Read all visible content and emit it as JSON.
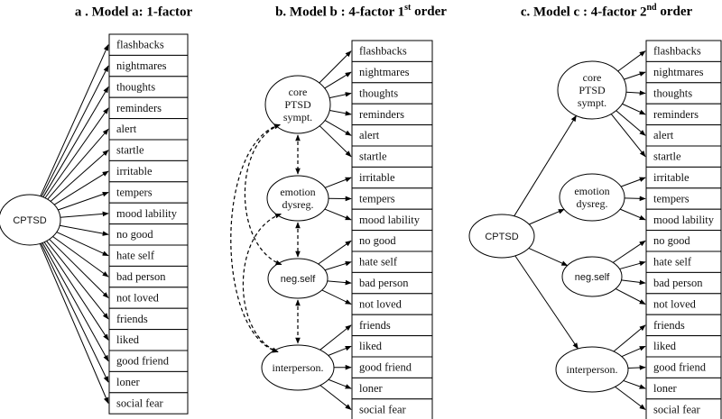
{
  "items": [
    "flashbacks",
    "nightmares",
    "thoughts",
    "reminders",
    "alert",
    "startle",
    "irritable",
    "tempers",
    "mood lability",
    "no good",
    "hate self",
    "bad person",
    "not loved",
    "friends",
    "liked",
    "good friend",
    "loner",
    "social fear"
  ],
  "panels": [
    {
      "title": "a . Model a: 1-factor",
      "title_sup": "",
      "title_tail": "",
      "general_factor": "CPTSD",
      "factors": []
    },
    {
      "title": "b. Model b : 4-factor 1",
      "title_sup": "st",
      "title_tail": " order",
      "general_factor": "",
      "factors": [
        {
          "lines": [
            "core",
            "PTSD",
            "sympt."
          ],
          "sans": false
        },
        {
          "lines": [
            "emotion",
            "dysreg."
          ],
          "sans": false
        },
        {
          "lines": [
            "neg.self"
          ],
          "sans": true
        },
        {
          "lines": [
            "interperson."
          ],
          "sans": false
        }
      ]
    },
    {
      "title": "c. Model c : 4-factor 2",
      "title_sup": "nd",
      "title_tail": " order",
      "general_factor": "CPTSD",
      "factors": [
        {
          "lines": [
            "core",
            "PTSD",
            "sympt."
          ],
          "sans": false
        },
        {
          "lines": [
            "emotion",
            "dysreg."
          ],
          "sans": false
        },
        {
          "lines": [
            "neg.self"
          ],
          "sans": true
        },
        {
          "lines": [
            "interperson."
          ],
          "sans": false
        }
      ]
    }
  ]
}
